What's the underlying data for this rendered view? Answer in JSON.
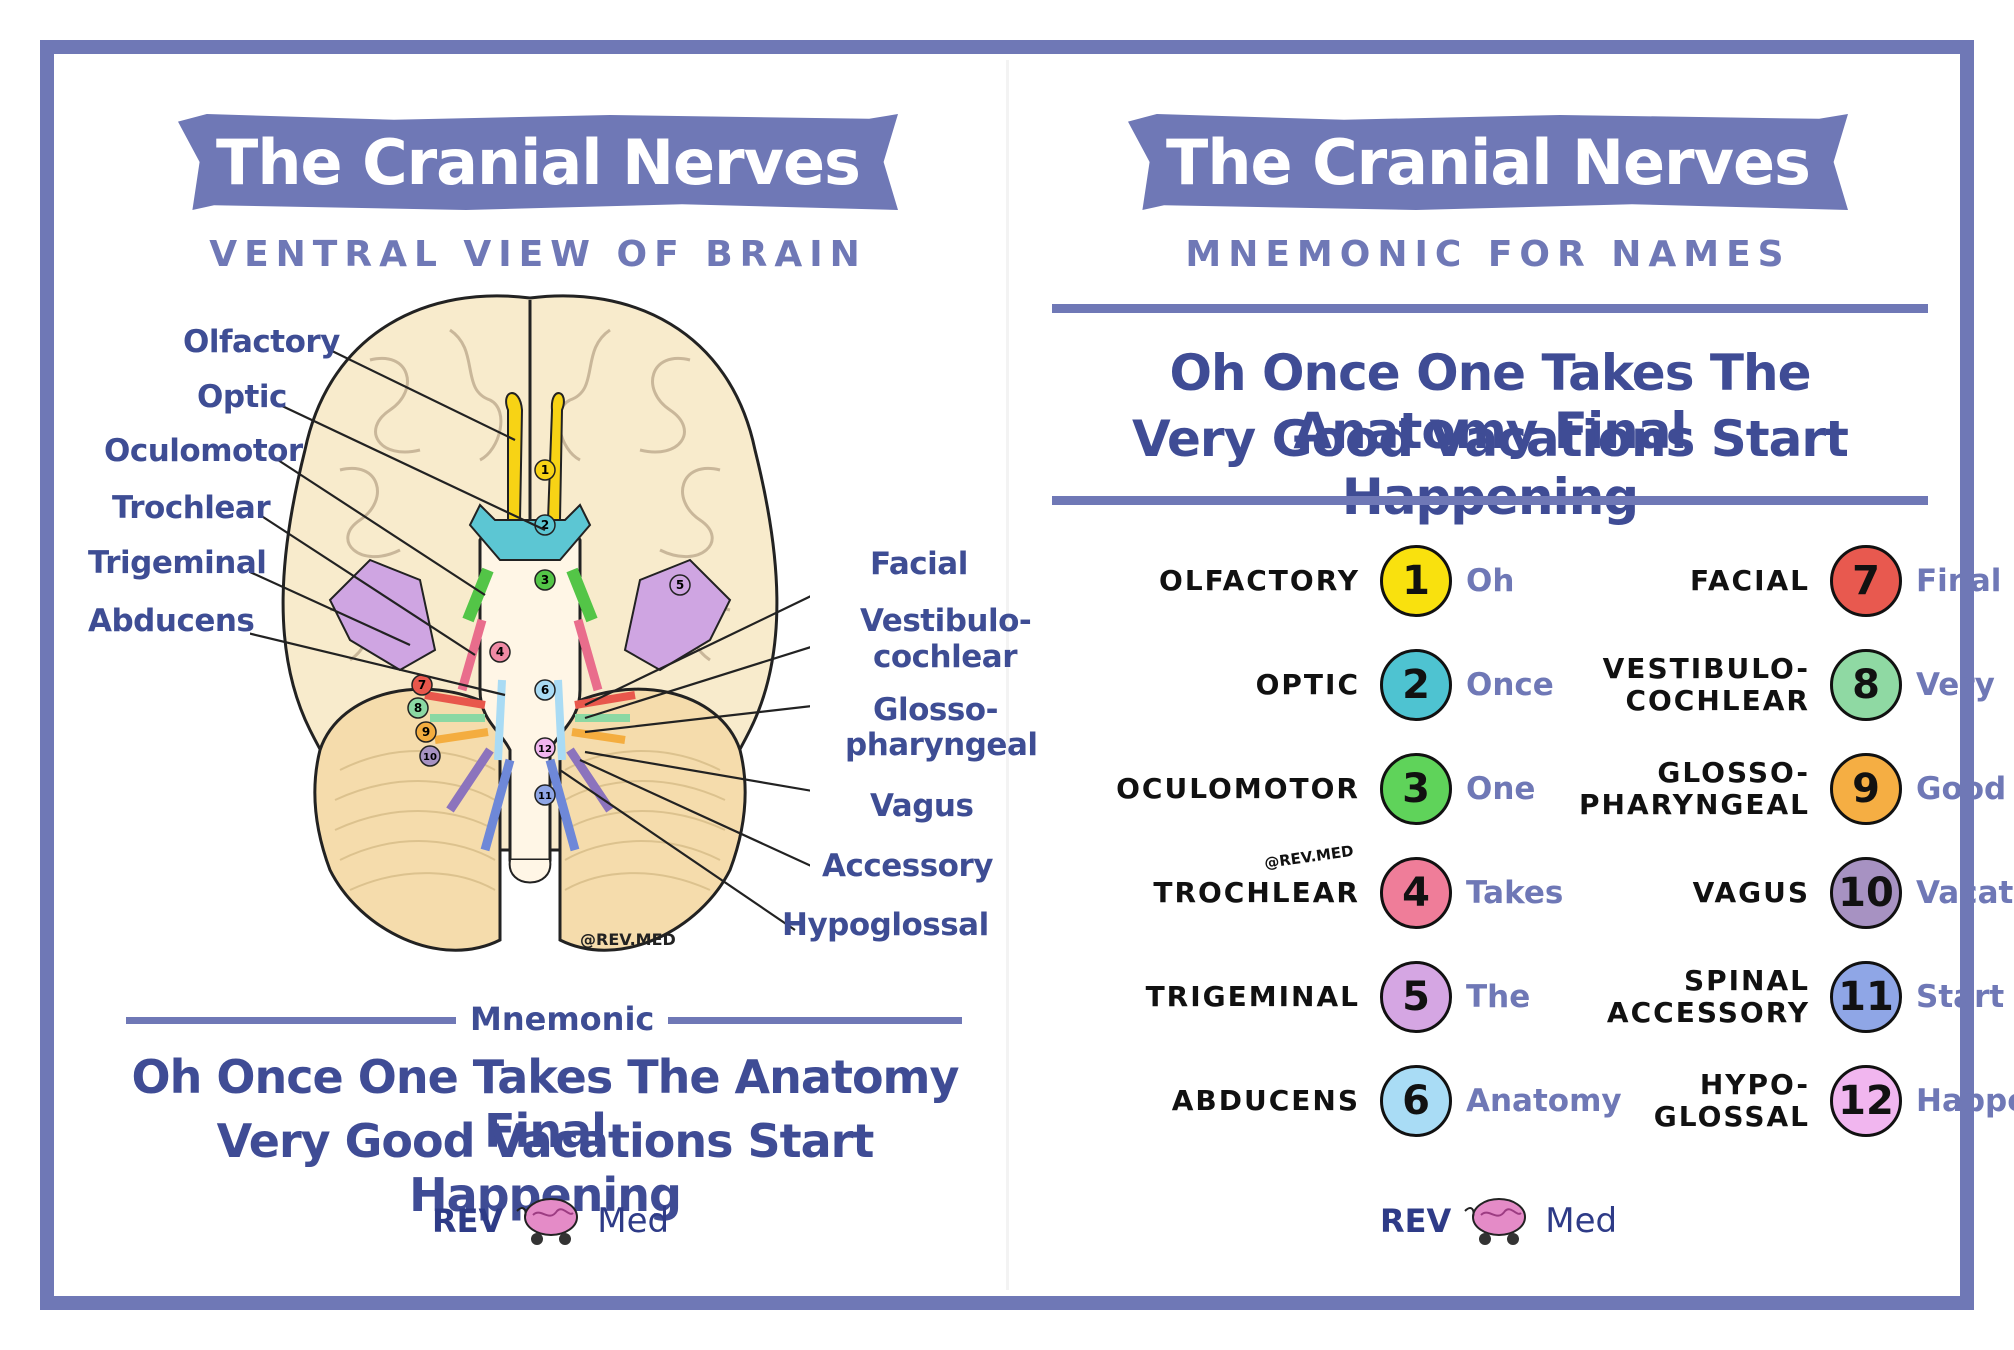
{
  "left": {
    "title": "The Cranial Nerves",
    "subtitle": "VENTRAL VIEW OF BRAIN",
    "left_labels": [
      "Olfactory",
      "Optic",
      "Oculomotor",
      "Trochlear",
      "Trigeminal",
      "Abducens"
    ],
    "right_labels": [
      "Facial",
      "Vestibulo-",
      "cochlear",
      "Glosso-",
      "pharyngeal",
      "Vagus",
      "Accessory",
      "Hypoglossal"
    ],
    "numbers": [
      "1",
      "2",
      "3",
      "4",
      "5",
      "6",
      "7",
      "8",
      "9",
      "10",
      "11",
      "12"
    ],
    "watermark": "@REV.MED",
    "mnemonic_label": "Mnemonic",
    "mnemonic_line1": "Oh Once One Takes The Anatomy Final",
    "mnemonic_line2": "Very Good Vacations Start Happening",
    "logo_rev": "REV",
    "logo_med": "Med"
  },
  "right": {
    "title": "The Cranial Nerves",
    "subtitle": "MNEMONIC FOR NAMES",
    "mnemonic_line1": "Oh Once One Takes The Anatomy Final",
    "mnemonic_line2": "Very Good Vacations Start Happening",
    "watermark": "@REV.MED",
    "nerves_left": [
      {
        "name": "OLFACTORY",
        "name2": "",
        "num": "1",
        "word": "Oh",
        "color": "#f9e10e"
      },
      {
        "name": "OPTIC",
        "name2": "",
        "num": "2",
        "word": "Once",
        "color": "#4ec3d1"
      },
      {
        "name": "OCULOMOTOR",
        "name2": "",
        "num": "3",
        "word": "One",
        "color": "#5fd35a"
      },
      {
        "name": "TROCHLEAR",
        "name2": "",
        "num": "4",
        "word": "Takes",
        "color": "#ef7d99"
      },
      {
        "name": "TRIGEMINAL",
        "name2": "",
        "num": "5",
        "word": "The",
        "color": "#d5a6e3"
      },
      {
        "name": "ABDUCENS",
        "name2": "",
        "num": "6",
        "word": "Anatomy",
        "color": "#a9dcf5"
      }
    ],
    "nerves_right": [
      {
        "name": "FACIAL",
        "name2": "",
        "num": "7",
        "word": "Final",
        "color": "#e8594f"
      },
      {
        "name": "VESTIBULO-",
        "name2": "COCHLEAR",
        "num": "8",
        "word": "Very",
        "color": "#8fd9a3"
      },
      {
        "name": "GLOSSO-",
        "name2": "PHARYNGEAL",
        "num": "9",
        "word": "Good",
        "color": "#f5ae43"
      },
      {
        "name": "VAGUS",
        "name2": "",
        "num": "10",
        "word": "Vacations",
        "color": "#a792c2"
      },
      {
        "name": "SPINAL",
        "name2": "ACCESSORY",
        "num": "11",
        "word": "Start",
        "color": "#8fa6e6"
      },
      {
        "name": "HYPO-",
        "name2": "GLOSSAL",
        "num": "12",
        "word": "Happening",
        "color": "#f1b6ef"
      }
    ],
    "logo_rev": "REV",
    "logo_med": "Med"
  }
}
